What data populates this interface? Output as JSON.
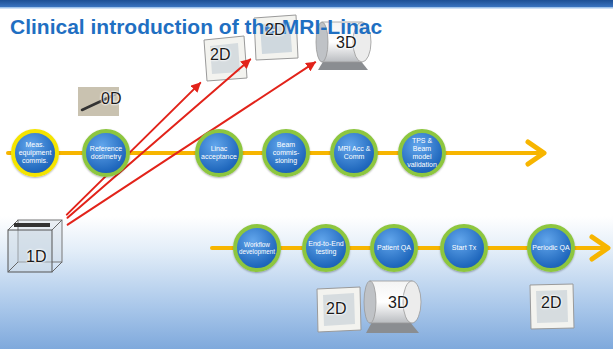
{
  "diagram": {
    "title": "Clinical introduction of the MRI-Linac",
    "nodes": [
      {
        "text": [
          "0D"
        ]
      },
      {
        "text": [
          "2D"
        ]
      },
      {
        "text": [
          "2D"
        ]
      },
      {
        "text": [
          "3D"
        ]
      },
      {
        "text": [
          "Meas. equipment commis."
        ]
      },
      {
        "text": [
          "Reference dosimetry"
        ]
      },
      {
        "text": [
          "Linac acceptance"
        ]
      },
      {
        "text": [
          "Beam commis- sioning"
        ]
      },
      {
        "text": [
          "MRI Acc & Comm"
        ]
      },
      {
        "text": [
          "TPS & Beam model validation"
        ]
      },
      {
        "text": [
          "1D"
        ]
      },
      {
        "text": [
          "Workflow development"
        ]
      },
      {
        "text": [
          "End-to-End testing"
        ]
      },
      {
        "text": [
          "Patient QA"
        ]
      },
      {
        "text": [
          "Start Tx"
        ]
      },
      {
        "text": [
          "Periodic QA"
        ]
      },
      {
        "text": [
          "2D"
        ]
      },
      {
        "text": [
          "3D"
        ]
      },
      {
        "text": [
          "2D"
        ]
      }
    ],
    "edges": [
      {
        "from": 10,
        "to": 1,
        "arrow": "to"
      },
      {
        "from": 10,
        "to": 2,
        "arrow": "to"
      },
      {
        "from": 10,
        "to": 3,
        "arrow": "to"
      }
    ]
  }
}
